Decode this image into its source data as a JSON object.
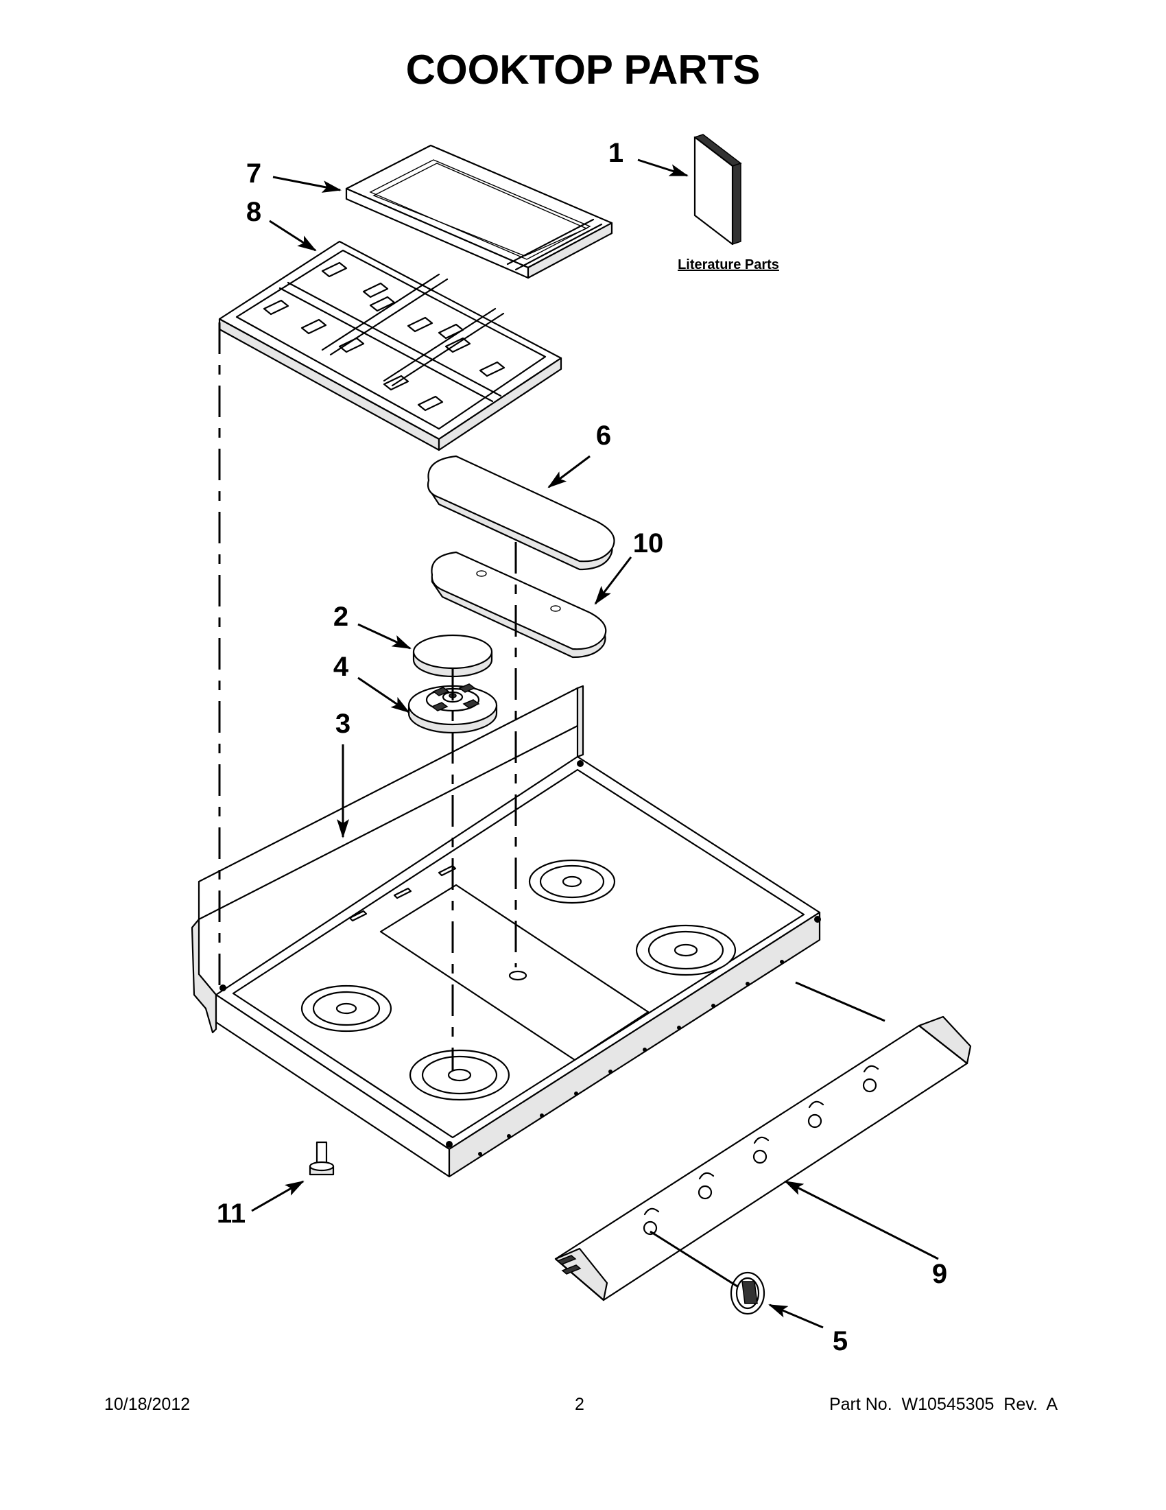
{
  "title": "COOKTOP PARTS",
  "literature_label": "Literature Parts",
  "callouts": {
    "c1": "1",
    "c2": "2",
    "c3": "3",
    "c4": "4",
    "c5": "5",
    "c6": "6",
    "c7": "7",
    "c8": "8",
    "c9": "9",
    "c10": "10",
    "c11": "11"
  },
  "footer": {
    "date": "10/18/2012",
    "page": "2",
    "part_no": "Part No.  W10545305  Rev.  A"
  }
}
